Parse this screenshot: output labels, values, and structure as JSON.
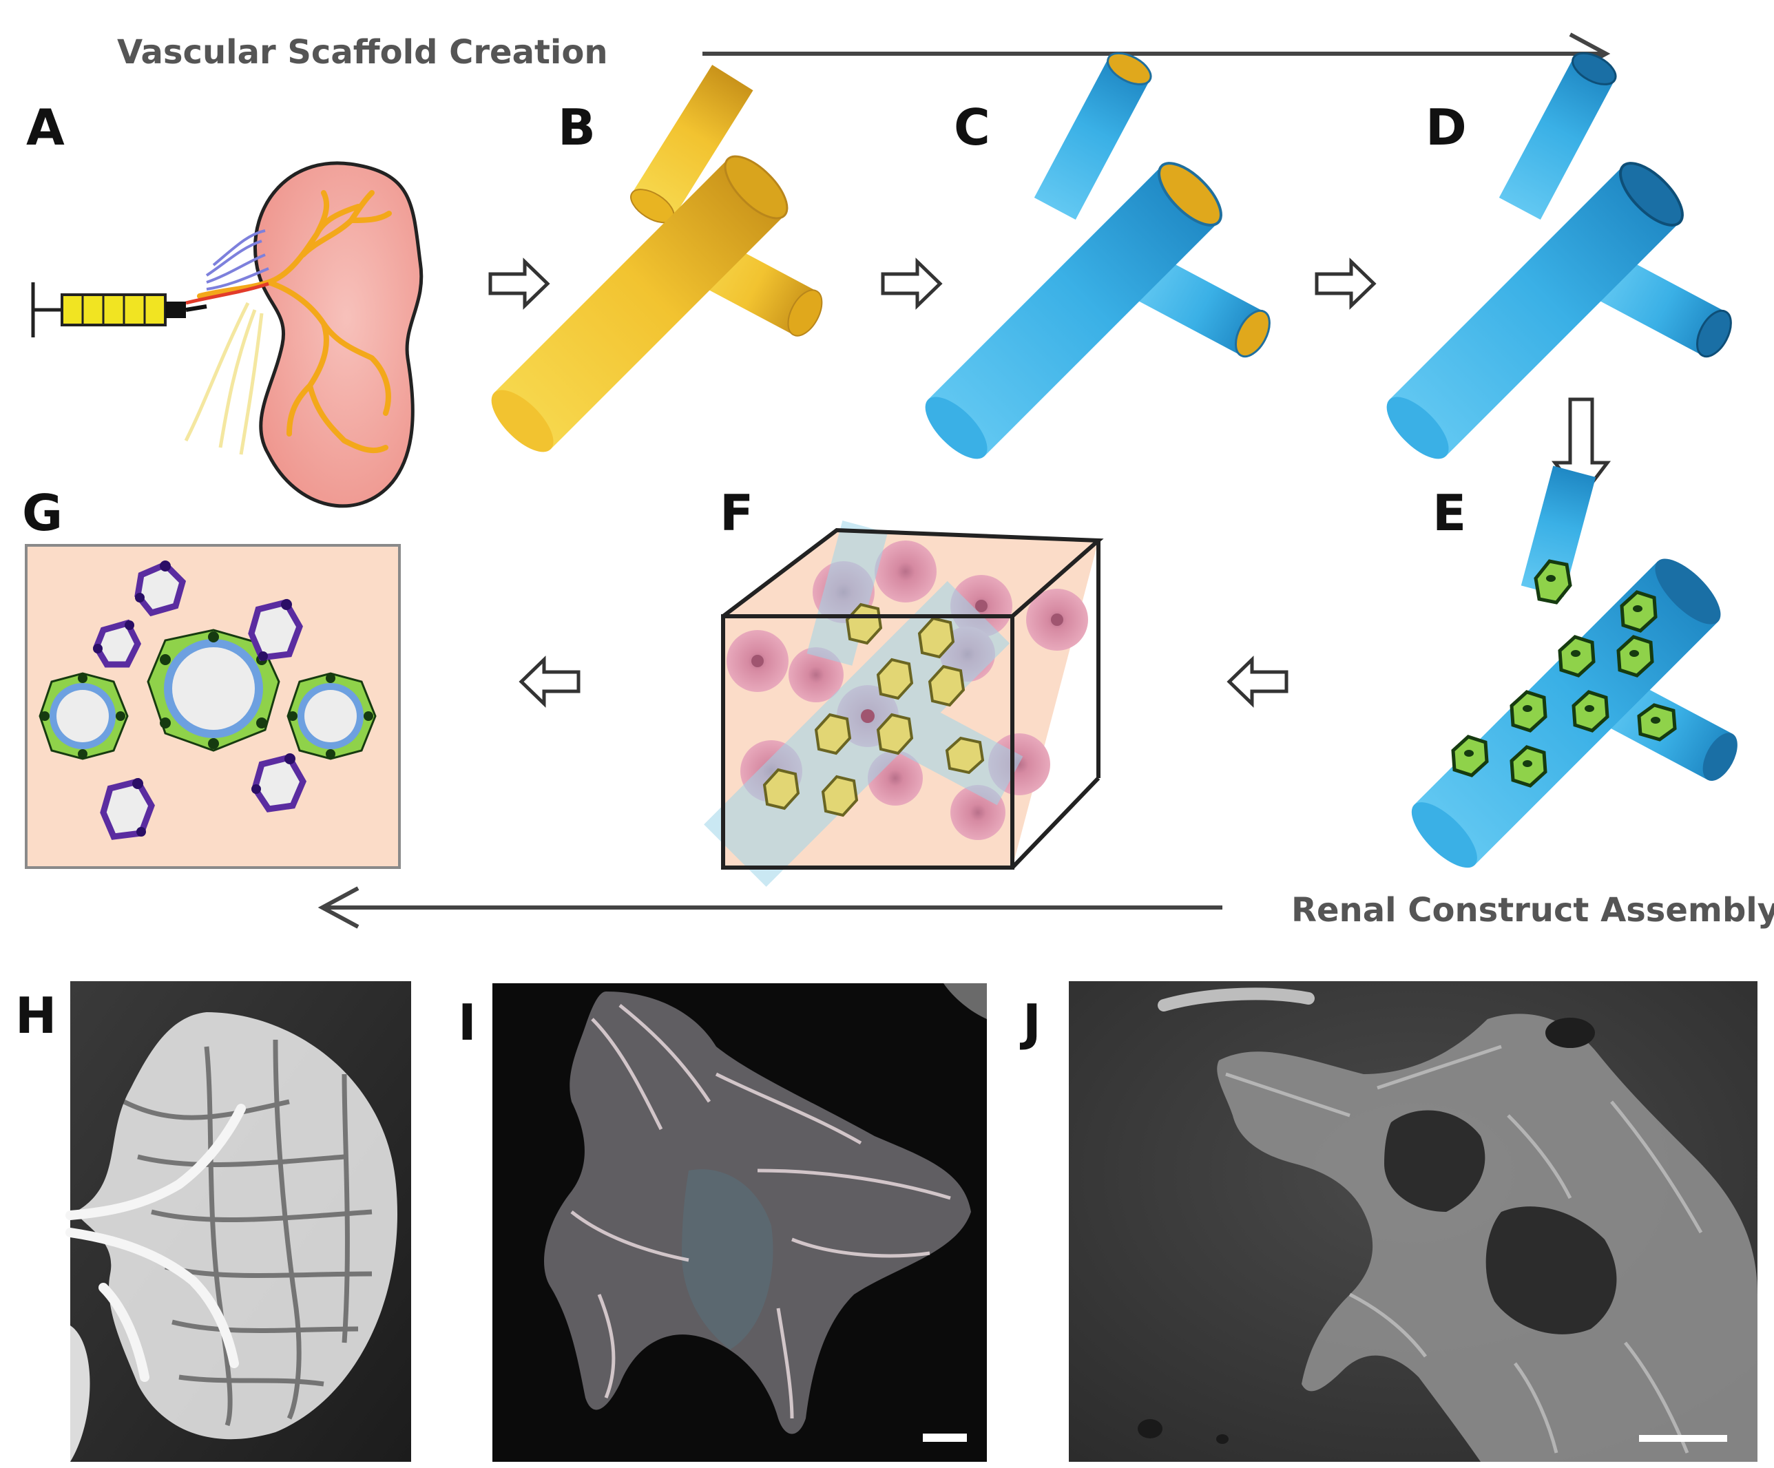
{
  "flow": {
    "top_label": "Vascular Scaffold Creation",
    "bottom_label": "Renal Construct Assembly"
  },
  "panels": {
    "a": "A",
    "b": "B",
    "c": "C",
    "d": "D",
    "e": "E",
    "f": "F",
    "g": "G",
    "h": "H",
    "i": "I",
    "j": "J"
  },
  "colors": {
    "kidney": "#f4a7a0",
    "vessels": "#f3a81a",
    "template_yellow": "#f2c330",
    "scaffold_blue": "#3ab0e6",
    "endothelial_green": "#8fd24a",
    "epithelial_yellow": "#e2d674",
    "renal_cell_pink": "#d68aa2",
    "matrix_peach": "#fbdcc8",
    "podocyte_purple": "#5a2ca0"
  }
}
